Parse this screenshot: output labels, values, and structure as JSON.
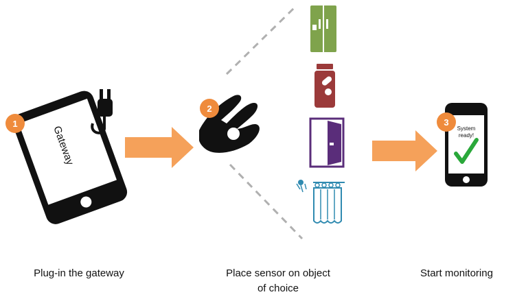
{
  "steps": [
    {
      "number": "1",
      "caption": "Plug-in the gateway"
    },
    {
      "number": "2",
      "caption_line1": "Place sensor on object",
      "caption_line2": "of choice"
    },
    {
      "number": "3",
      "caption": "Start monitoring"
    }
  ],
  "gateway_label": "Gateway",
  "phone": {
    "status_line1": "System",
    "status_line2": "ready!"
  },
  "objects": [
    "refrigerator-icon",
    "pill-bottle-icon",
    "door-icon",
    "shower-curtain-icon"
  ],
  "colors": {
    "badge": "#ef8b3c",
    "arrow": "#f5a15a",
    "device": "#111111",
    "fridge": "#7fa34c",
    "bottle": "#9b3a3a",
    "door": "#5a2d7a",
    "shower": "#2f8ab0",
    "check": "#2aa83a",
    "dashes": "#b0b0b0"
  }
}
